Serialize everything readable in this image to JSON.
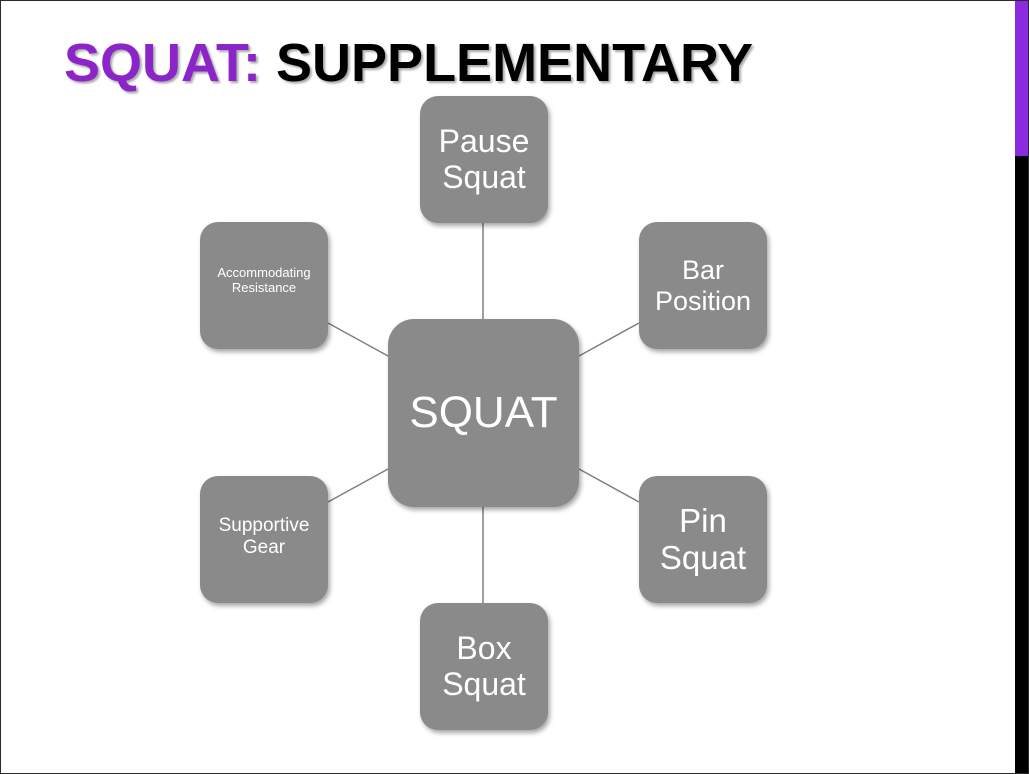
{
  "slide": {
    "title_accent": "SQUAT:",
    "title_rest": "SUPPLEMENTARY",
    "colors": {
      "title_accent": "#8b24c9",
      "node_fill": "#8a8a8a",
      "node_text": "#ffffff",
      "connector": "#7f7f7f",
      "side_accent_purple": "#8a2be2",
      "side_accent_black": "#000000"
    }
  },
  "diagram": {
    "center": "SQUAT",
    "nodes": {
      "top": "Pause Squat",
      "upper_right": "Bar Position",
      "lower_right": "Pin Squat",
      "bottom": "Box Squat",
      "lower_left": "Supportive Gear",
      "upper_left": "Accommodating Resistance"
    }
  }
}
